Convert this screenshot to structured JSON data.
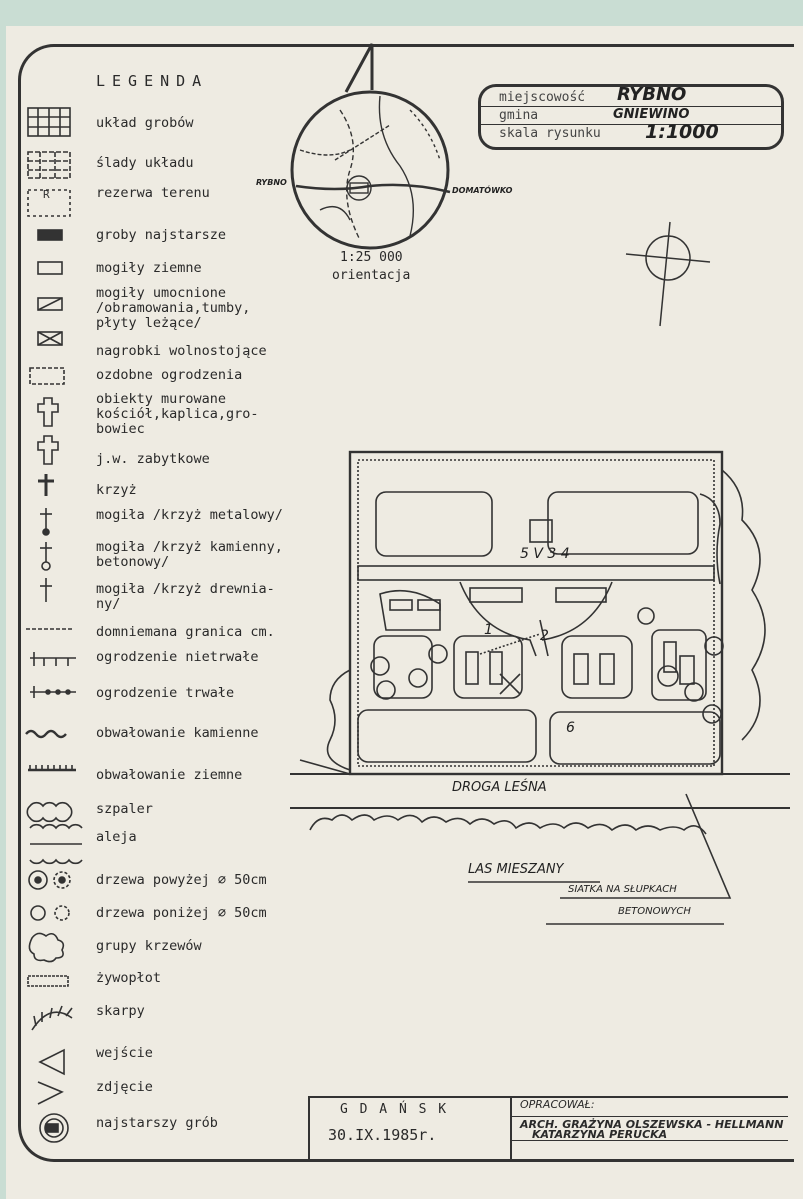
{
  "legend": {
    "title": "LEGENDA",
    "items": [
      {
        "label": "układ grobów",
        "icon": "grid-icon"
      },
      {
        "label": "ślady układu",
        "icon": "broken-grid-icon"
      },
      {
        "label": "rezerwa terenu",
        "icon": "reserve-icon",
        "mark": "R"
      },
      {
        "label": "groby najstarsze",
        "icon": "filled-rect-icon"
      },
      {
        "label": "mogiły ziemne",
        "icon": "rect-icon"
      },
      {
        "label": "mogiły umocnione\n/obramowania,tumby,\npłyty leżące/",
        "icon": "rect-slash-icon"
      },
      {
        "label": "nagrobki wolnostojące",
        "icon": "rect-cross-icon"
      },
      {
        "label": "ozdobne ogrodzenia",
        "icon": "dashed-rect-icon"
      },
      {
        "label": "obiekty murowane\nkościół,kaplica,gro-\nbowiec",
        "icon": "church-icon"
      },
      {
        "label": "j.w. zabytkowe",
        "icon": "church-historic-icon"
      },
      {
        "label": "krzyż",
        "icon": "cross-icon"
      },
      {
        "label": "mogiła /krzyż metalowy/",
        "icon": "metal-cross-icon"
      },
      {
        "label": "mogiła /krzyż kamienny,\nbetonowy/",
        "icon": "stone-cross-icon"
      },
      {
        "label": "mogiła /krzyż drewnia-\nny/",
        "icon": "wooden-cross-icon"
      },
      {
        "label": "domniemana granica cm.",
        "icon": "dashed-line-icon"
      },
      {
        "label": "ogrodzenie nietrwałe",
        "icon": "temp-fence-icon"
      },
      {
        "label": "ogrodzenie trwałe",
        "icon": "perm-fence-icon"
      },
      {
        "label": "obwałowanie kamienne",
        "icon": "stone-embank-icon"
      },
      {
        "label": "obwałowanie ziemne",
        "icon": "earth-embank-icon"
      },
      {
        "label": "szpaler",
        "icon": "hedge-row-icon"
      },
      {
        "label": "aleja",
        "icon": "alley-icon"
      },
      {
        "label": "drzewa powyżej ⌀ 50cm",
        "icon": "big-tree-icon"
      },
      {
        "label": "drzewa poniżej ⌀ 50cm",
        "icon": "small-tree-icon"
      },
      {
        "label": "grupy krzewów",
        "icon": "shrubs-icon"
      },
      {
        "label": "żywopłot",
        "icon": "hedge-icon"
      },
      {
        "label": "skarpy",
        "icon": "slope-icon"
      },
      {
        "label": "wejście",
        "icon": "entrance-icon"
      },
      {
        "label": "zdjęcie",
        "icon": "photo-icon"
      },
      {
        "label": "najstarszy grób",
        "icon": "oldest-grave-icon"
      }
    ]
  },
  "header": {
    "row1_label": "miejscowość",
    "row1_value": "RYBNO",
    "row2_label": "gmina",
    "row2_value": "GNIEWINO",
    "row3_label": "skala rysunku",
    "row3_value": "1:1000"
  },
  "orientation": {
    "scale": "1:25 000",
    "label": "orientacja",
    "left_place": "RYBNO",
    "right_place": "DOMATÓWKO"
  },
  "plan": {
    "road": "DROGA LEŚNA",
    "forest": "LAS MIESZANY",
    "fence_note_1": "SIATKA NA SŁUPKACH",
    "fence_note_2": "BETONOWYCH",
    "n1": "1",
    "n2": "2",
    "n345": "5 V 3 4",
    "n6": "6"
  },
  "footer": {
    "city": "G D A Ń S K",
    "date": "30.IX.1985r.",
    "prepared_label": "OPRACOWAŁ:",
    "author1": "ARCH. GRAŻYNA OLSZEWSKA - HELLMANN",
    "author2": "KATARZYNA PERUCKA"
  }
}
